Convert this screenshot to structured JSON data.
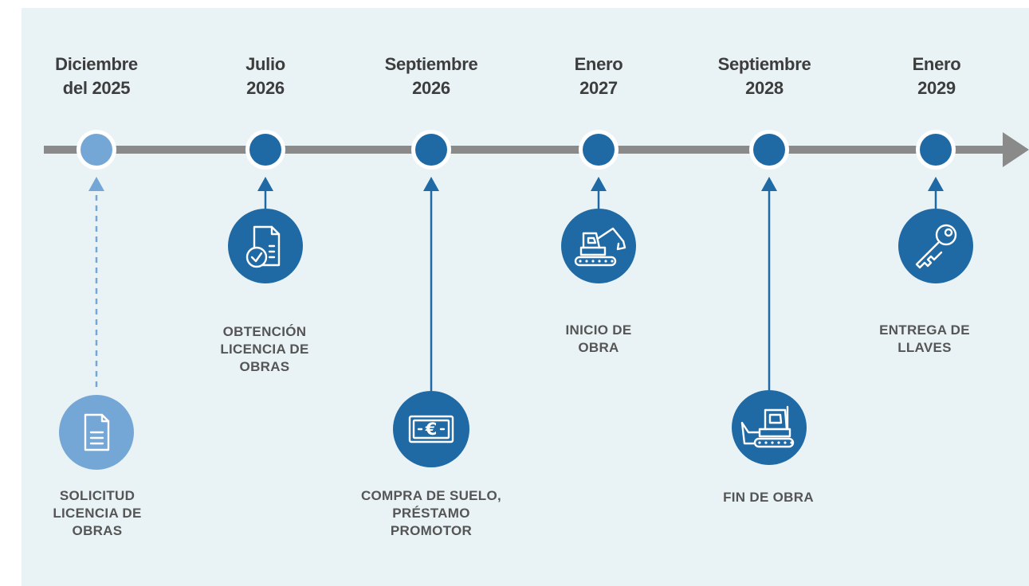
{
  "colors": {
    "background": "#e9f3f6",
    "axis": "#8a8a8a",
    "milestone": "#1f6aa5",
    "pending": "#74a7d6",
    "date_text": "#3d3d3d",
    "label_text": "#555555"
  },
  "milestones": [
    {
      "date_line1": "Diciembre",
      "date_line2": "del 2025",
      "label_lines": [
        "SOLICITUD",
        "LICENCIA DE",
        "OBRAS"
      ],
      "icon": "document-icon",
      "status": "pending"
    },
    {
      "date_line1": "Julio",
      "date_line2": "2026",
      "label_lines": [
        "OBTENCIÓN",
        "LICENCIA DE",
        "OBRAS"
      ],
      "icon": "approved-document-icon",
      "status": "done"
    },
    {
      "date_line1": "Septiembre",
      "date_line2": "2026",
      "label_lines": [
        "COMPRA DE SUELO,",
        "PRÉSTAMO",
        "PROMOTOR"
      ],
      "icon": "euro-banknote-icon",
      "status": "done"
    },
    {
      "date_line1": "Enero",
      "date_line2": "2027",
      "label_lines": [
        "INICIO DE",
        "OBRA"
      ],
      "icon": "excavator-icon",
      "status": "done"
    },
    {
      "date_line1": "Septiembre",
      "date_line2": "2028",
      "label_lines": [
        "FIN DE OBRA"
      ],
      "icon": "bulldozer-icon",
      "status": "done"
    },
    {
      "date_line1": "Enero",
      "date_line2": "2029",
      "label_lines": [
        "ENTREGA DE",
        "LLAVES"
      ],
      "icon": "key-icon",
      "status": "done"
    }
  ]
}
